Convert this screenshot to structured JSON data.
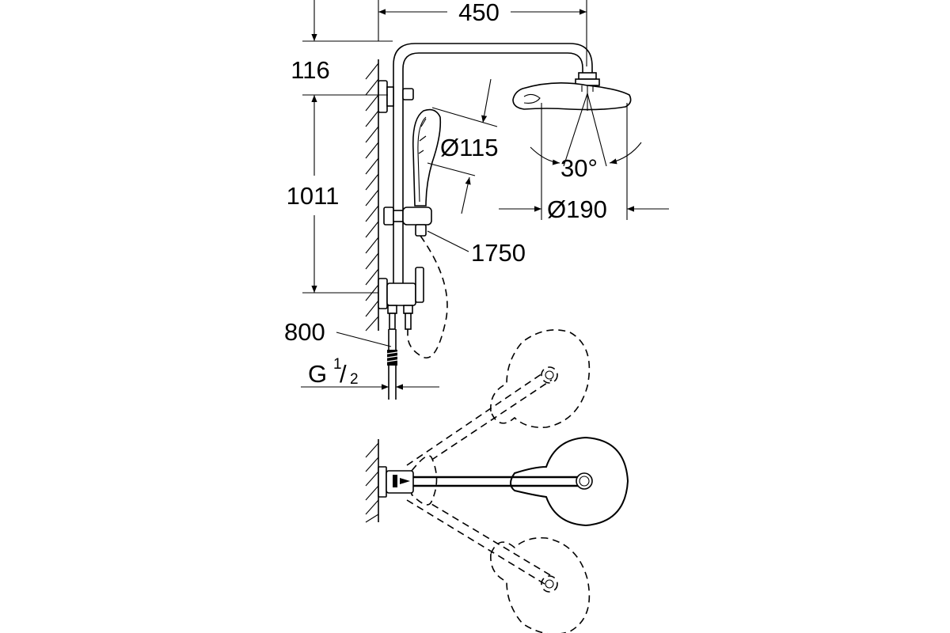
{
  "dimensions": {
    "width_arm": "450",
    "top_offset": "116",
    "rail_length": "1011",
    "hand_shower_diameter": "Ø115",
    "head_shower_diameter": "Ø190",
    "spray_angle": "30°",
    "hose_length": "1750",
    "inlet_spacing": "800",
    "thread": {
      "letter": "G",
      "numerator": "1",
      "slash": "/",
      "denominator": "2"
    }
  },
  "colors": {
    "line": "#000000",
    "background": "#ffffff"
  }
}
